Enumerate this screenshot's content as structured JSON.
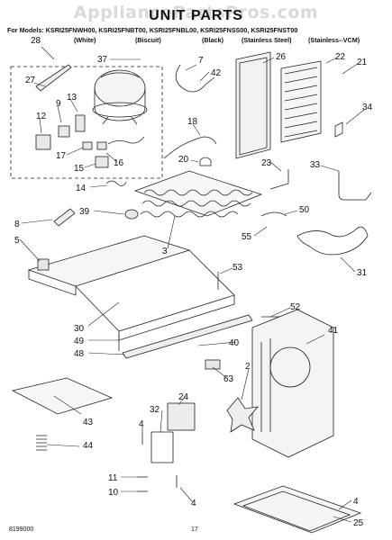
{
  "watermark": "AppliancePartsPros.com",
  "title": "UNIT PARTS",
  "models_line": "For Models: KSRI25FNWH00, KSRI25FNBT00, KSRI25FNBL00, KSRI25FNSS00, KSRI25FNST00",
  "colors": [
    "(White)",
    "(Biscuit)",
    "(Black)",
    "(Stainless Steel)",
    "(Stainless--VCM)"
  ],
  "callouts": [
    "28",
    "37",
    "7",
    "42",
    "26",
    "22",
    "21",
    "27",
    "13",
    "9",
    "12",
    "18",
    "34",
    "17",
    "16",
    "15",
    "20",
    "23",
    "33",
    "14",
    "39",
    "8",
    "50",
    "5",
    "55",
    "3",
    "31",
    "53",
    "30",
    "52",
    "49",
    "41",
    "40",
    "48",
    "63",
    "2",
    "24",
    "43",
    "32",
    "44",
    "4",
    "11",
    "10",
    "25"
  ],
  "footer": {
    "left": "8199000",
    "center": "17"
  }
}
